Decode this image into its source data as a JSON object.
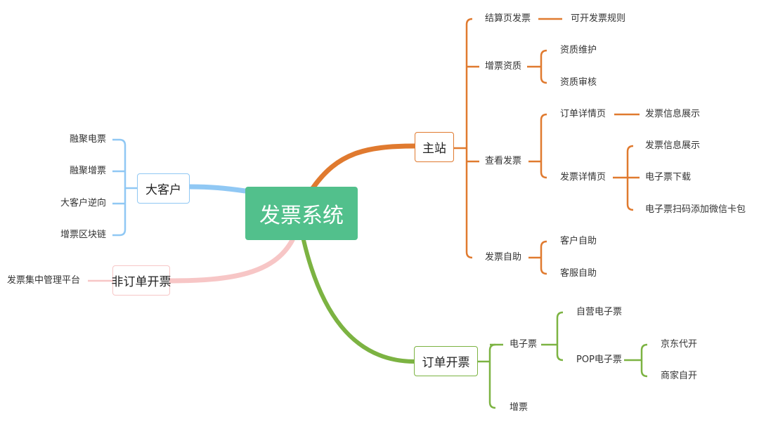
{
  "colors": {
    "root": "#52c08c",
    "main_site": "#e07a2f",
    "order_invoice": "#7cb342",
    "big_client": "#90c8f4",
    "non_order": "#f7c6c6"
  },
  "root": "发票系统",
  "branches": {
    "main_site": {
      "label": "主站",
      "settlement": {
        "label": "结算页发票",
        "rule": "可开发票规则"
      },
      "vat_qual": {
        "label": "增票资质",
        "maintain": "资质维护",
        "audit": "资质审核"
      },
      "view": {
        "label": "查看发票",
        "order_detail": {
          "label": "订单详情页",
          "info": "发票信息展示"
        },
        "invoice_detail": {
          "label": "发票详情页",
          "info": "发票信息展示",
          "download": "电子票下载",
          "wechat": "电子票扫码添加微信卡包"
        }
      },
      "self": {
        "label": "发票自助",
        "customer": "客户自助",
        "service": "客服自助"
      }
    },
    "order_invoice": {
      "label": "订单开票",
      "etick": {
        "label": "电子票",
        "self_run": "自营电子票",
        "pop": {
          "label": "POP电子票",
          "jd": "京东代开",
          "merchant": "商家自开"
        }
      },
      "vat": "增票"
    },
    "big_client": {
      "label": "大客户",
      "items": [
        "融聚电票",
        "融聚增票",
        "大客户逆向",
        "增票区块链"
      ]
    },
    "non_order": {
      "label": "非订单开票",
      "platform": "发票集中管理平台"
    }
  }
}
